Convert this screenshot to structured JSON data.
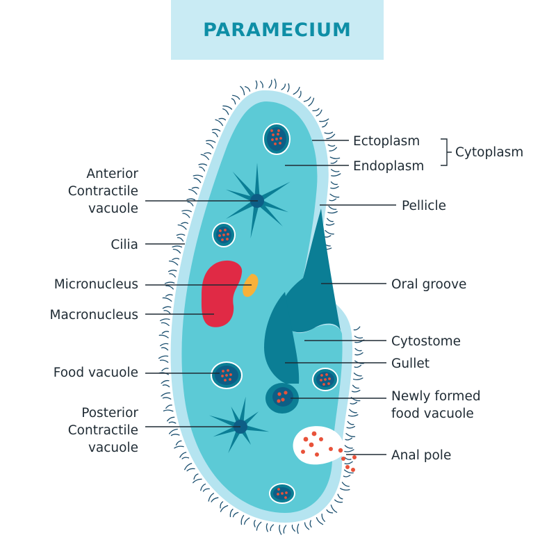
{
  "title": "PARAMECIUM",
  "colors": {
    "banner": "#c9ebf4",
    "title": "#0e8ea6",
    "ectoplasm": "#b5e4f0",
    "endoplasm": "#5ccad6",
    "groove": "#0b7e95",
    "nucleus_dark": "#0d5e86",
    "macronucleus": "#e02a45",
    "micronucleus": "#f7b13a",
    "food_dots": "#e8523a",
    "cilia": "#1a4e6e",
    "text": "#1e2a33"
  },
  "labels": {
    "ectoplasm": "Ectoplasm",
    "endoplasm": "Endoplasm",
    "cytoplasm": "Cytoplasm",
    "pellicle": "Pellicle",
    "oral_groove": "Oral groove",
    "cytostome": "Cytostome",
    "gullet": "Gullet",
    "newly_formed_1": "Newly formed",
    "newly_formed_2": "food vacuole",
    "anal_pole": "Anal pole",
    "anterior_1": "Anterior",
    "anterior_2": "Contractile",
    "anterior_3": "vacuole",
    "cilia": "Cilia",
    "micronucleus": "Micronucleus",
    "macronucleus": "Macronucleus",
    "food_vacuole": "Food vacuole",
    "posterior_1": "Posterior",
    "posterior_2": "Contractile",
    "posterior_3": "vacuole"
  }
}
